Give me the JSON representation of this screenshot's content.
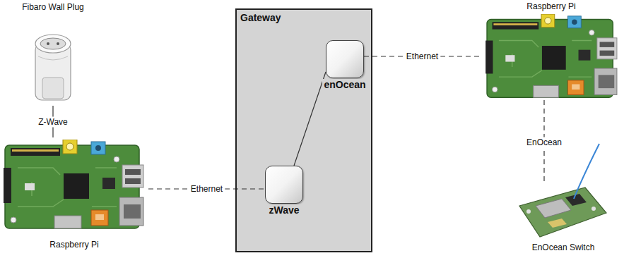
{
  "diagram": {
    "nodes": [
      {
        "text": [
          "Fibaro Wall Plug"
        ]
      },
      {
        "text": [
          "Raspberry Pi"
        ]
      },
      {
        "text": [
          "Gateway"
        ]
      },
      {
        "text": [
          "enOcean"
        ],
        "in": 2
      },
      {
        "text": [
          "zWave"
        ],
        "in": 2
      },
      {
        "text": [
          "Raspberry Pi"
        ]
      },
      {
        "text": [
          "EnOcean Switch"
        ]
      }
    ],
    "edges": [
      {
        "from": 0,
        "to": 1,
        "label": "Z-Wave",
        "arrow": "none"
      },
      {
        "from": 1,
        "to": 4,
        "label": "Ethernet",
        "arrow": "none"
      },
      {
        "from": 4,
        "to": 3,
        "arrow": "none"
      },
      {
        "from": 3,
        "to": 5,
        "label": "Ethernet",
        "arrow": "none"
      },
      {
        "from": 5,
        "to": 6,
        "label": "EnOcean",
        "arrow": "none"
      }
    ]
  }
}
